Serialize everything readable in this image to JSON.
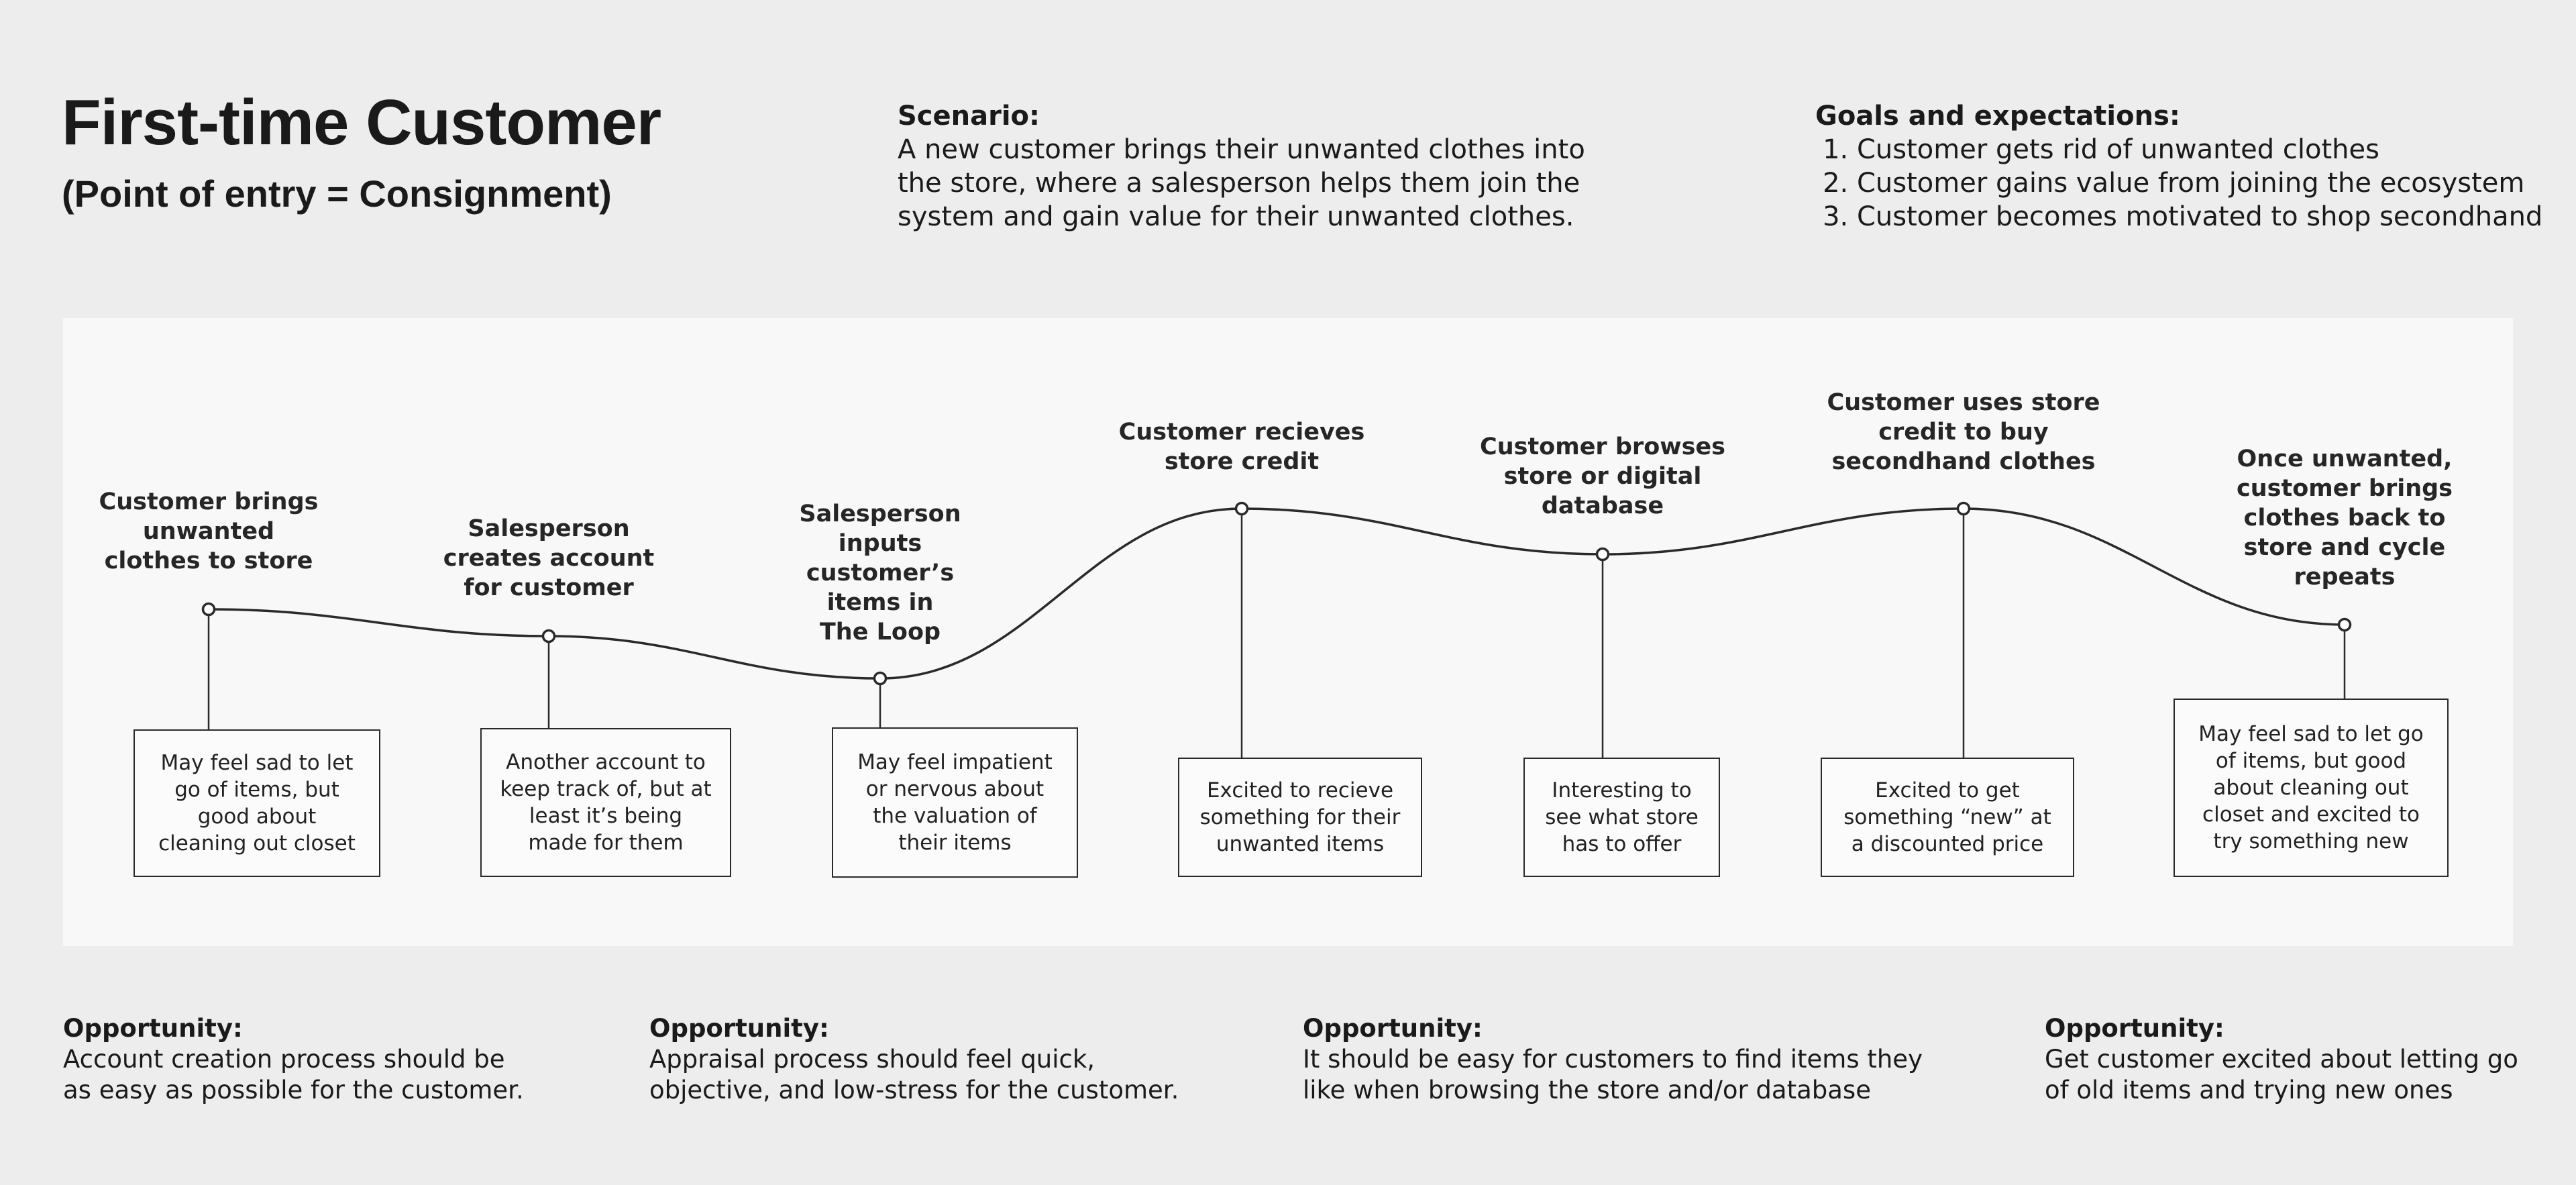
{
  "header": {
    "title": "First-time Customer",
    "subtitle": "(Point of entry = Consignment)"
  },
  "scenario": {
    "heading": "Scenario:",
    "lines": [
      "A new customer brings their unwanted clothes into",
      "the store, where a salesperson helps them join the",
      "system and gain value for their unwanted clothes."
    ]
  },
  "goals": {
    "heading": "Goals and expectations:",
    "items": [
      "Customer gets rid of unwanted clothes",
      "Customer gains value from joining the ecosystem",
      "Customer becomes motivated to shop secondhand"
    ]
  },
  "journey": {
    "line_color": "#2a2a2a",
    "steps": [
      {
        "label_lines": [
          "Customer brings",
          "unwanted",
          "clothes to store"
        ],
        "feeling_lines": [
          "May feel sad to let",
          "go of items, but",
          "good about",
          "cleaning out closet"
        ]
      },
      {
        "label_lines": [
          "Salesperson",
          "creates account",
          "for customer"
        ],
        "feeling_lines": [
          "Another account to",
          "keep track of, but at",
          "least it’s being",
          "made for them"
        ]
      },
      {
        "label_lines": [
          "Salesperson",
          "inputs",
          "customer’s",
          "items in",
          "The Loop"
        ],
        "feeling_lines": [
          "May feel impatient",
          "or nervous about",
          "the valuation of",
          "their items"
        ]
      },
      {
        "label_lines": [
          "Customer recieves",
          "store credit"
        ],
        "feeling_lines": [
          "Excited to recieve",
          "something for their",
          "unwanted items"
        ]
      },
      {
        "label_lines": [
          "Customer browses",
          "store or digital",
          "database"
        ],
        "feeling_lines": [
          "Interesting to",
          "see what store",
          "has to offer"
        ]
      },
      {
        "label_lines": [
          "Customer uses store",
          "credit to buy",
          "secondhand clothes"
        ],
        "feeling_lines": [
          "Excited to get",
          "something “new” at",
          "a discounted price"
        ]
      },
      {
        "label_lines": [
          "Once unwanted,",
          "customer brings",
          "clothes back to",
          "store and cycle",
          "repeats"
        ],
        "feeling_lines": [
          "May feel sad to let go",
          "of items, but good",
          "about cleaning out",
          "closet and excited to",
          "try something new"
        ]
      }
    ]
  },
  "opportunities": [
    {
      "heading": "Opportunity:",
      "lines": [
        "Account creation process should be",
        "as easy as possible for the customer."
      ]
    },
    {
      "heading": "Opportunity:",
      "lines": [
        "Appraisal process should feel quick,",
        "objective, and low-stress for the customer."
      ]
    },
    {
      "heading": "Opportunity:",
      "lines": [
        "It should be easy for customers to find items they",
        "like when browsing the store and/or database"
      ]
    },
    {
      "heading": "Opportunity:",
      "lines": [
        "Get customer excited about letting go",
        "of old items and trying new ones"
      ]
    }
  ]
}
